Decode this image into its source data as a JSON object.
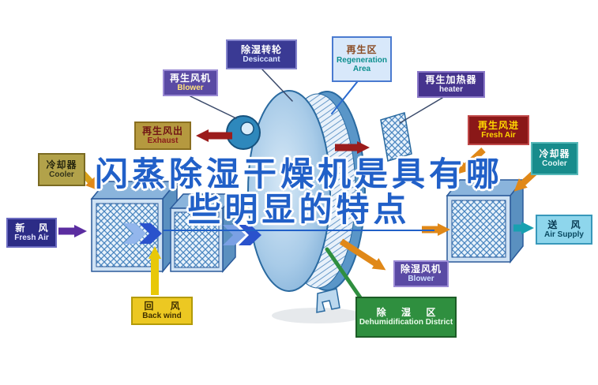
{
  "title": {
    "line1": "闪蒸除湿干燥机是具有哪",
    "line2": "些明显的特点"
  },
  "callouts": {
    "desiccant": {
      "zh": "除湿转轮",
      "en": "Desiccant"
    },
    "regen_area": {
      "zh": "再生区",
      "en": "Regeneration Area"
    },
    "regen_blower": {
      "zh": "再生风机",
      "en": "Blower"
    },
    "regen_heater": {
      "zh": "再生加热器",
      "en": "heater"
    },
    "exhaust": {
      "zh": "再生风出",
      "en": "Exhaust"
    },
    "regen_fresh_air": {
      "zh": "再生风进",
      "en": "Fresh Air"
    },
    "cooler_left": {
      "zh": "冷却器",
      "en": "Cooler"
    },
    "cooler_right": {
      "zh": "冷却器",
      "en": "Cooler"
    },
    "fresh_air": {
      "zh": "新 风",
      "en": "Fresh Air"
    },
    "air_supply": {
      "zh": "送 风",
      "en": "Air Supply"
    },
    "back_wind": {
      "zh": "回 风",
      "en": "Back wind"
    },
    "dehumid_blower": {
      "zh": "除湿风机",
      "en": "Blower"
    },
    "dehumid_district": {
      "zh": "除 湿 区",
      "en": "Dehumidification District"
    }
  },
  "palette": {
    "title_blue": "#2160c8",
    "wheel_blue": "#7fb2d9",
    "arrow_purple": "#5b2da0",
    "arrow_yellow": "#e8c808",
    "arrow_red": "#9b1c1c",
    "arrow_orange": "#e08818",
    "arrow_blue": "#2a52cc",
    "arrow_teal": "#18a0b0",
    "green_line": "#2f8f3f"
  }
}
